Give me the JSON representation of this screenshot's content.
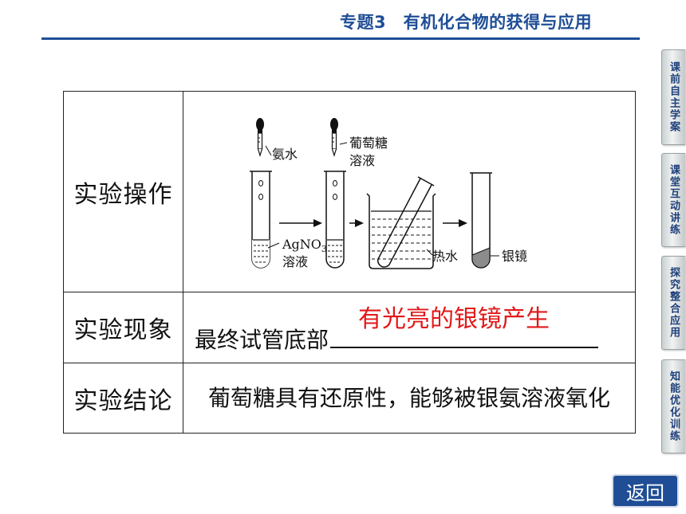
{
  "header": {
    "title": "专题3　有机化合物的获得与应用"
  },
  "side_nav": [
    {
      "label": "课前自主学案"
    },
    {
      "label": "课堂互动讲练"
    },
    {
      "label": "探究整合应用"
    },
    {
      "label": "知能优化训练"
    }
  ],
  "table": {
    "rows": {
      "operation": {
        "label": "实验操作"
      },
      "phenomenon": {
        "label": "实验现象",
        "prefix": "最终试管底部",
        "answer": "有光亮的银镜产生"
      },
      "conclusion": {
        "label": "实验结论",
        "text": "葡萄糖具有还原性，能够被银氨溶液氧化"
      }
    }
  },
  "diagram": {
    "ammonia_label": "氨水",
    "glucose_label_1": "葡萄糖",
    "glucose_label_2": "溶液",
    "agno3_label": "AgNO",
    "agno3_sub": "3",
    "agno3_solution": "溶液",
    "hot_water_label": "热水",
    "silver_mirror_label": "银镜"
  },
  "back_button": {
    "label": "返回"
  },
  "colors": {
    "accent": "#1f4e96",
    "answer": "#e21818"
  }
}
